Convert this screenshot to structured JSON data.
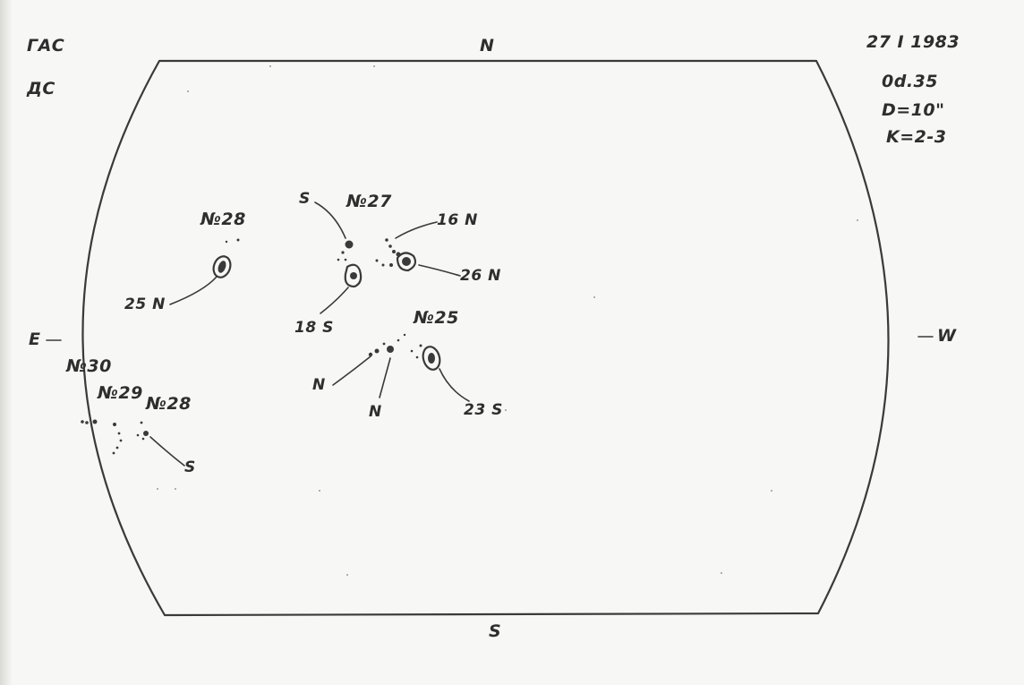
{
  "header": {
    "observatory": "ГАС",
    "instrument": "ДС",
    "date": "27 I 1983",
    "time": "0d.35",
    "diameter": "D=10\"",
    "quality": "K=2-3"
  },
  "compass": {
    "north": "N",
    "south": "S",
    "east": "E",
    "west": "W"
  },
  "groups": {
    "g28_upper": "№28",
    "g27": "№27",
    "g25": "№25",
    "g30": "№30",
    "g29": "№29",
    "g28_lower": "№28"
  },
  "annotations": {
    "a_25N": "25 N",
    "a_S_upper": "S",
    "a_16N": "16 N",
    "a_26N": "26 N",
    "a_18S": "18 S",
    "a_N_left": "N",
    "a_N_mid": "N",
    "a_23S": "23 S",
    "a_S_lower": "S"
  }
}
